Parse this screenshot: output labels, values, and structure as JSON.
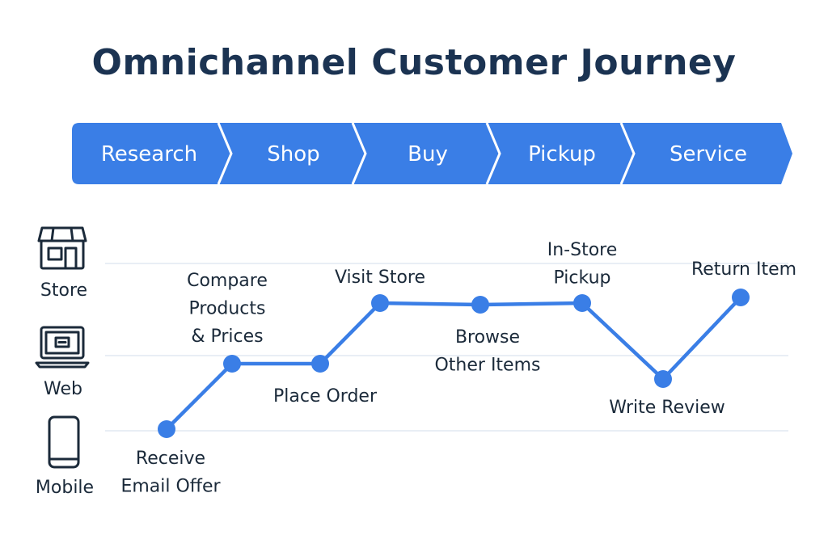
{
  "title": "Omnichannel Customer Journey",
  "colors": {
    "accent": "#3a7ee6",
    "title": "#1b3352",
    "text": "#1b2a3a",
    "grid": "#e2e9f2"
  },
  "stages": [
    "Research",
    "Shop",
    "Buy",
    "Pickup",
    "Service"
  ],
  "channels": [
    {
      "label": "Store",
      "icon": "store-icon"
    },
    {
      "label": "Web",
      "icon": "laptop-icon"
    },
    {
      "label": "Mobile",
      "icon": "smartphone-icon"
    }
  ],
  "steps": [
    {
      "label": [
        "Receive",
        "Email Offer"
      ],
      "channel": "Mobile"
    },
    {
      "label": [
        "Compare",
        "Products",
        "& Prices"
      ],
      "channel": "Web"
    },
    {
      "label": [
        "Place Order"
      ],
      "channel": "Web"
    },
    {
      "label": [
        "Visit Store"
      ],
      "channel": "Store"
    },
    {
      "label": [
        "Browse",
        "Other Items"
      ],
      "channel": "Store"
    },
    {
      "label": [
        "In-Store",
        "Pickup"
      ],
      "channel": "Store"
    },
    {
      "label": [
        "Write Review"
      ],
      "channel": "Web"
    },
    {
      "label": [
        "Return Item"
      ],
      "channel": "Store"
    }
  ]
}
